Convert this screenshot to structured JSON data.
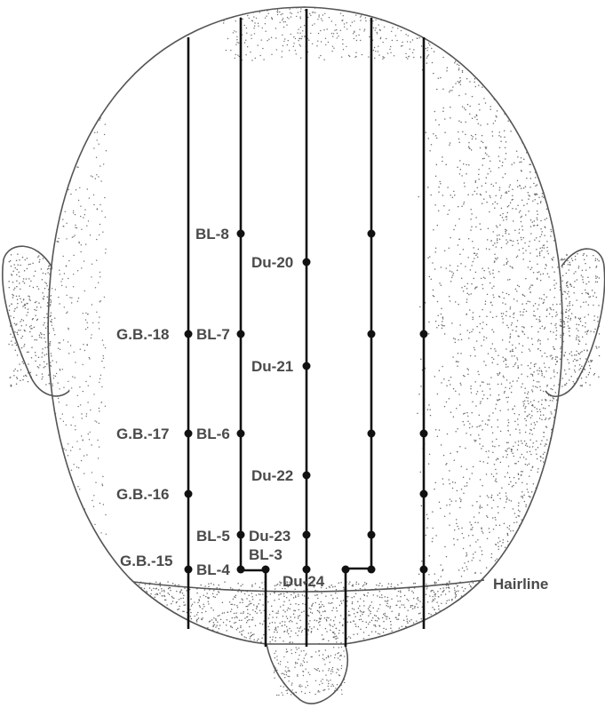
{
  "labels": {
    "bl8": "BL-8",
    "du20": "Du-20",
    "gb18": "G.B.-18",
    "bl7": "BL-7",
    "du21": "Du-21",
    "gb17": "G.B.-17",
    "bl6": "BL-6",
    "du22": "Du-22",
    "gb16": "G.B.-16",
    "bl5": "BL-5",
    "du23": "Du-23",
    "bl3": "BL-3",
    "gb15": "G.B.-15",
    "bl4": "BL-4",
    "du24": "Du-24",
    "hairline": "Hairline"
  },
  "colors": {
    "line": "#111111",
    "label": "#4a4a4a",
    "outline": "#555555",
    "stipple": "#6b6b6b"
  }
}
